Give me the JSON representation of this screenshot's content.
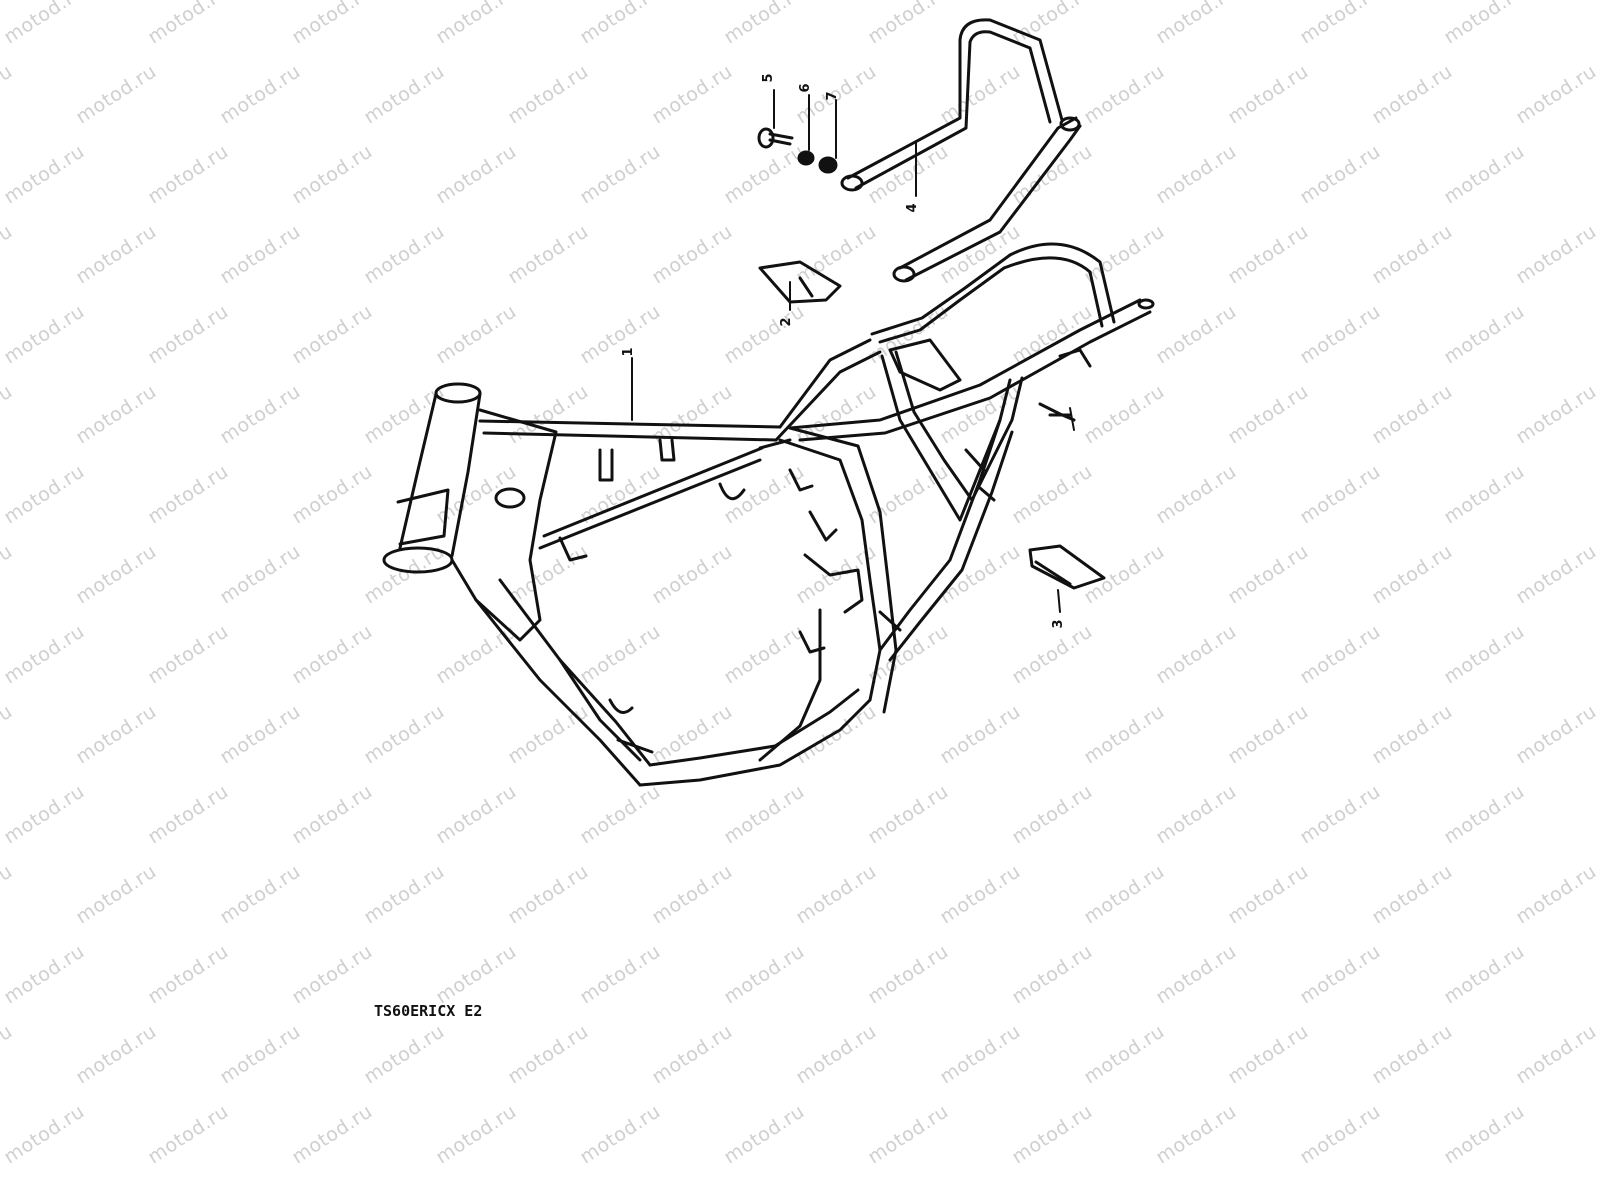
{
  "watermark": {
    "text": "motod.ru"
  },
  "diagram": {
    "model_label": "TS60ERICX E2",
    "callouts": [
      {
        "id": "frame",
        "number": "1"
      },
      {
        "id": "plate",
        "number": "2"
      },
      {
        "id": "cushion",
        "number": "3"
      },
      {
        "id": "grab-bar",
        "number": "4"
      },
      {
        "id": "bolt",
        "number": "5"
      },
      {
        "id": "washer",
        "number": "6"
      },
      {
        "id": "lock-washer",
        "number": "7"
      }
    ],
    "colors": {
      "line": "#111111",
      "watermark": "#cfcfcf"
    }
  }
}
